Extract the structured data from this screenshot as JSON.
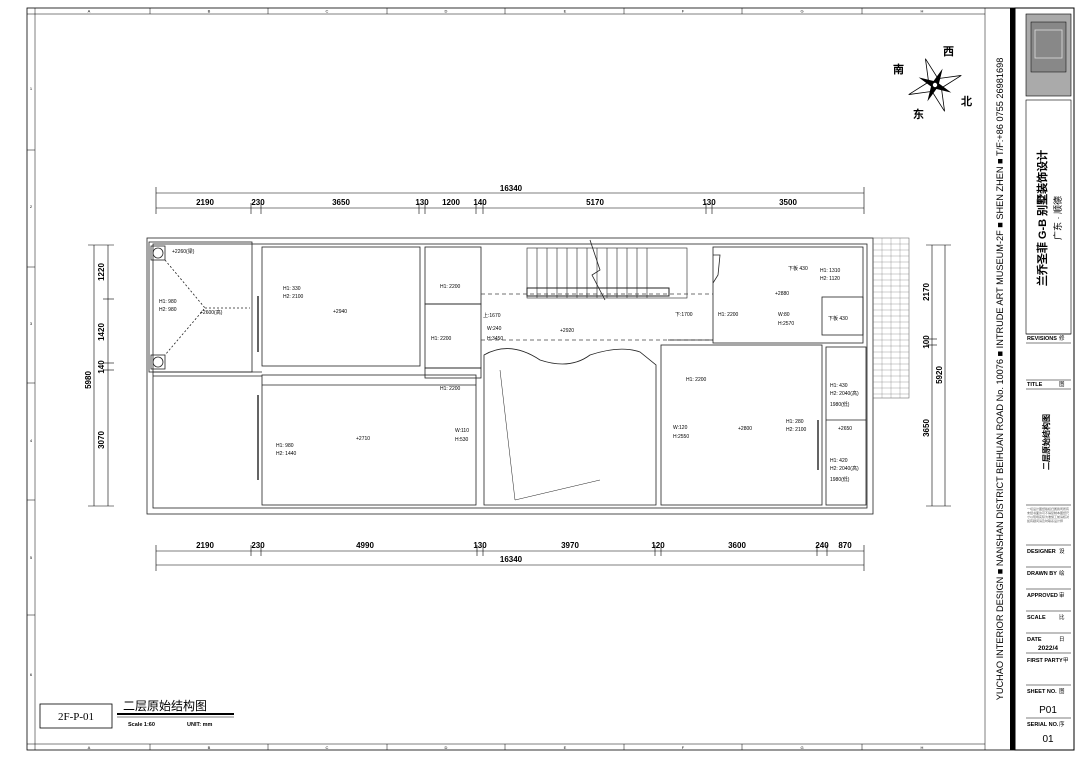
{
  "drawing": {
    "sheet_code": "2F-P-01",
    "title": "二层原始结构图",
    "scale": "Scale 1:60",
    "unit": "UNIT:  mm"
  },
  "grid_letters": [
    "A",
    "B",
    "C",
    "D",
    "E",
    "F",
    "G",
    "H"
  ],
  "grid_numbers": [
    "1",
    "2",
    "3",
    "4",
    "5",
    "6"
  ],
  "top_dims": {
    "total": "16340",
    "segments": [
      "2190",
      "230",
      "3650",
      "130",
      "1200",
      "140",
      "5170",
      "130",
      "3500"
    ]
  },
  "bottom_dims": {
    "total": "16340",
    "segments": [
      "2190",
      "230",
      "4990",
      "130",
      "3970",
      "120",
      "3600",
      "240",
      "870"
    ]
  },
  "left_dims": {
    "total": "5980",
    "segments": [
      "1220",
      "1420",
      "140",
      "3070"
    ]
  },
  "right_dims": {
    "total": "5920",
    "segments": [
      "2170",
      "100",
      "3650"
    ]
  },
  "compass": {
    "south": "南",
    "west": "西",
    "east": "东",
    "north": "北"
  },
  "annotations": {
    "a1": "+2260(梁)",
    "a2": "H1: 980",
    "a3": "H2: 980",
    "a4": "+2600(高)",
    "a5": "H1: 330",
    "a6": "H2: 2100",
    "a7": "+2940",
    "a8": "H1: 2200",
    "a9": "H1: 2200",
    "a10": "H1: 2200",
    "a11": "上:1670",
    "a12": "W:240",
    "a13": "H:3450",
    "a14": "+2920",
    "a15": "下:1700",
    "a16": "H1: 2200",
    "a17": "W:80",
    "a18": "H:2570",
    "a19": "下板 430",
    "a20": "H1: 1310",
    "a21": "H2: 1120",
    "a22": "+2880",
    "a23": "下板 430",
    "a24": "H1: 980",
    "a25": "H2: 1440",
    "a26": "+2710",
    "a27": "W:110",
    "a28": "H:530",
    "a29": "W:120",
    "a30": "H:2550",
    "a31": "+2800",
    "a32": "H1: 280",
    "a33": "H2: 2100",
    "a34": "+2650",
    "a35": "H1: 430",
    "a36": "H2: 2040(高)",
    "a37": "1980(低)",
    "a38": "H1: 420",
    "a39": "H2: 2040(高)",
    "a40": "1980(低)",
    "a41": "H1: 2200"
  },
  "title_block": {
    "vertical_text": "YUCHAO INTERIOR DESIGN  ■  NANSHAN DISTRICT BEIHUAN ROAD No. 10076  ■  INTRUDE ART MUSEUM-2F  ■  SHEN ZHEN  ■  T/F:+86 0755 26981698",
    "project_name": "兰乔圣菲 G-B 别墅装饰设计",
    "project_location": "广东 · 顺德",
    "revisions_label": "REVISIONS",
    "revisions_cn": "修",
    "title_label": "TITLE",
    "title_cn": "图",
    "title_value": "二层原始结构图",
    "notes": "一切设计图纸版权归属我司所有未经书面许可不得复制本图纸尺寸以现场实际为准施工前请核对如有疑问请及时联系设计师",
    "designer_label": "DESIGNER",
    "designer_cn": "设",
    "drawn_label": "DRAWN BY",
    "drawn_cn": "绘",
    "approved_label": "APPROVED",
    "approved_cn": "审",
    "scale_label": "SCALE",
    "scale_cn": "比",
    "date_label": "DATE",
    "date_cn": "日",
    "date_value": "2022/4",
    "first_party_label": "FIRST PARTY",
    "first_party_cn": "甲",
    "sheet_no_label": "SHEET NO.",
    "sheet_no_cn": "图",
    "sheet_no_value": "P01",
    "serial_label": "SERIAL NO.",
    "serial_cn": "序",
    "serial_value": "01"
  },
  "colors": {
    "line": "#000000",
    "wall": "#222222",
    "hatch": "#555555",
    "dashed": "#444444"
  }
}
